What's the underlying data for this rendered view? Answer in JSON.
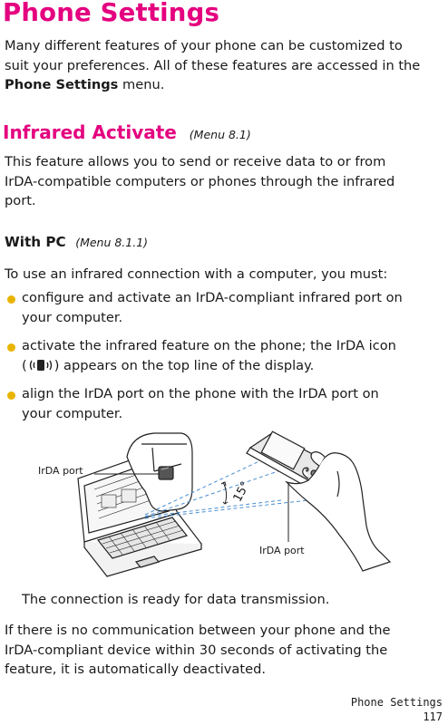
{
  "title": "Phone Settings",
  "intro": [
    "Many different features of your phone can be customized to",
    "suit your preferences. All of these features are accessed in the"
  ],
  "intro_tail_bold": "Phone Settings",
  "intro_tail_rest": " menu.",
  "section": {
    "title": "Infrared Activate",
    "menu_ref": "(Menu 8.1)"
  },
  "section_desc": [
    "This feature allows you to send or receive data to or from",
    "IrDA-compatible computers or phones through the infrared",
    "port."
  ],
  "subsection": {
    "title": "With PC",
    "menu_ref": "(Menu 8.1.1)"
  },
  "subsection_intro": "To use an infrared connection with a computer, you must:",
  "bullets": [
    {
      "line1": "configure and activate an IrDA-compliant infrared port on",
      "line2": "your computer."
    },
    {
      "line1": "activate the infrared feature on the phone; the IrDA icon",
      "line2_pre": "(",
      "line2_post": ") appears on the top line of the display."
    },
    {
      "line1": "align the IrDA port on the phone with the IrDA port on",
      "line2": "your computer."
    }
  ],
  "illustration": {
    "label_left": "IrDA port",
    "label_right": "IrDA port",
    "angle_label": "15°"
  },
  "ready_text": "The connection is ready for data transmission.",
  "closing": [
    "If there is no communication between your phone and the",
    "IrDA-compliant device within 30 seconds of activating the",
    "feature, it is automatically deactivated."
  ],
  "footer": {
    "section": "Phone Settings",
    "page": "117"
  }
}
